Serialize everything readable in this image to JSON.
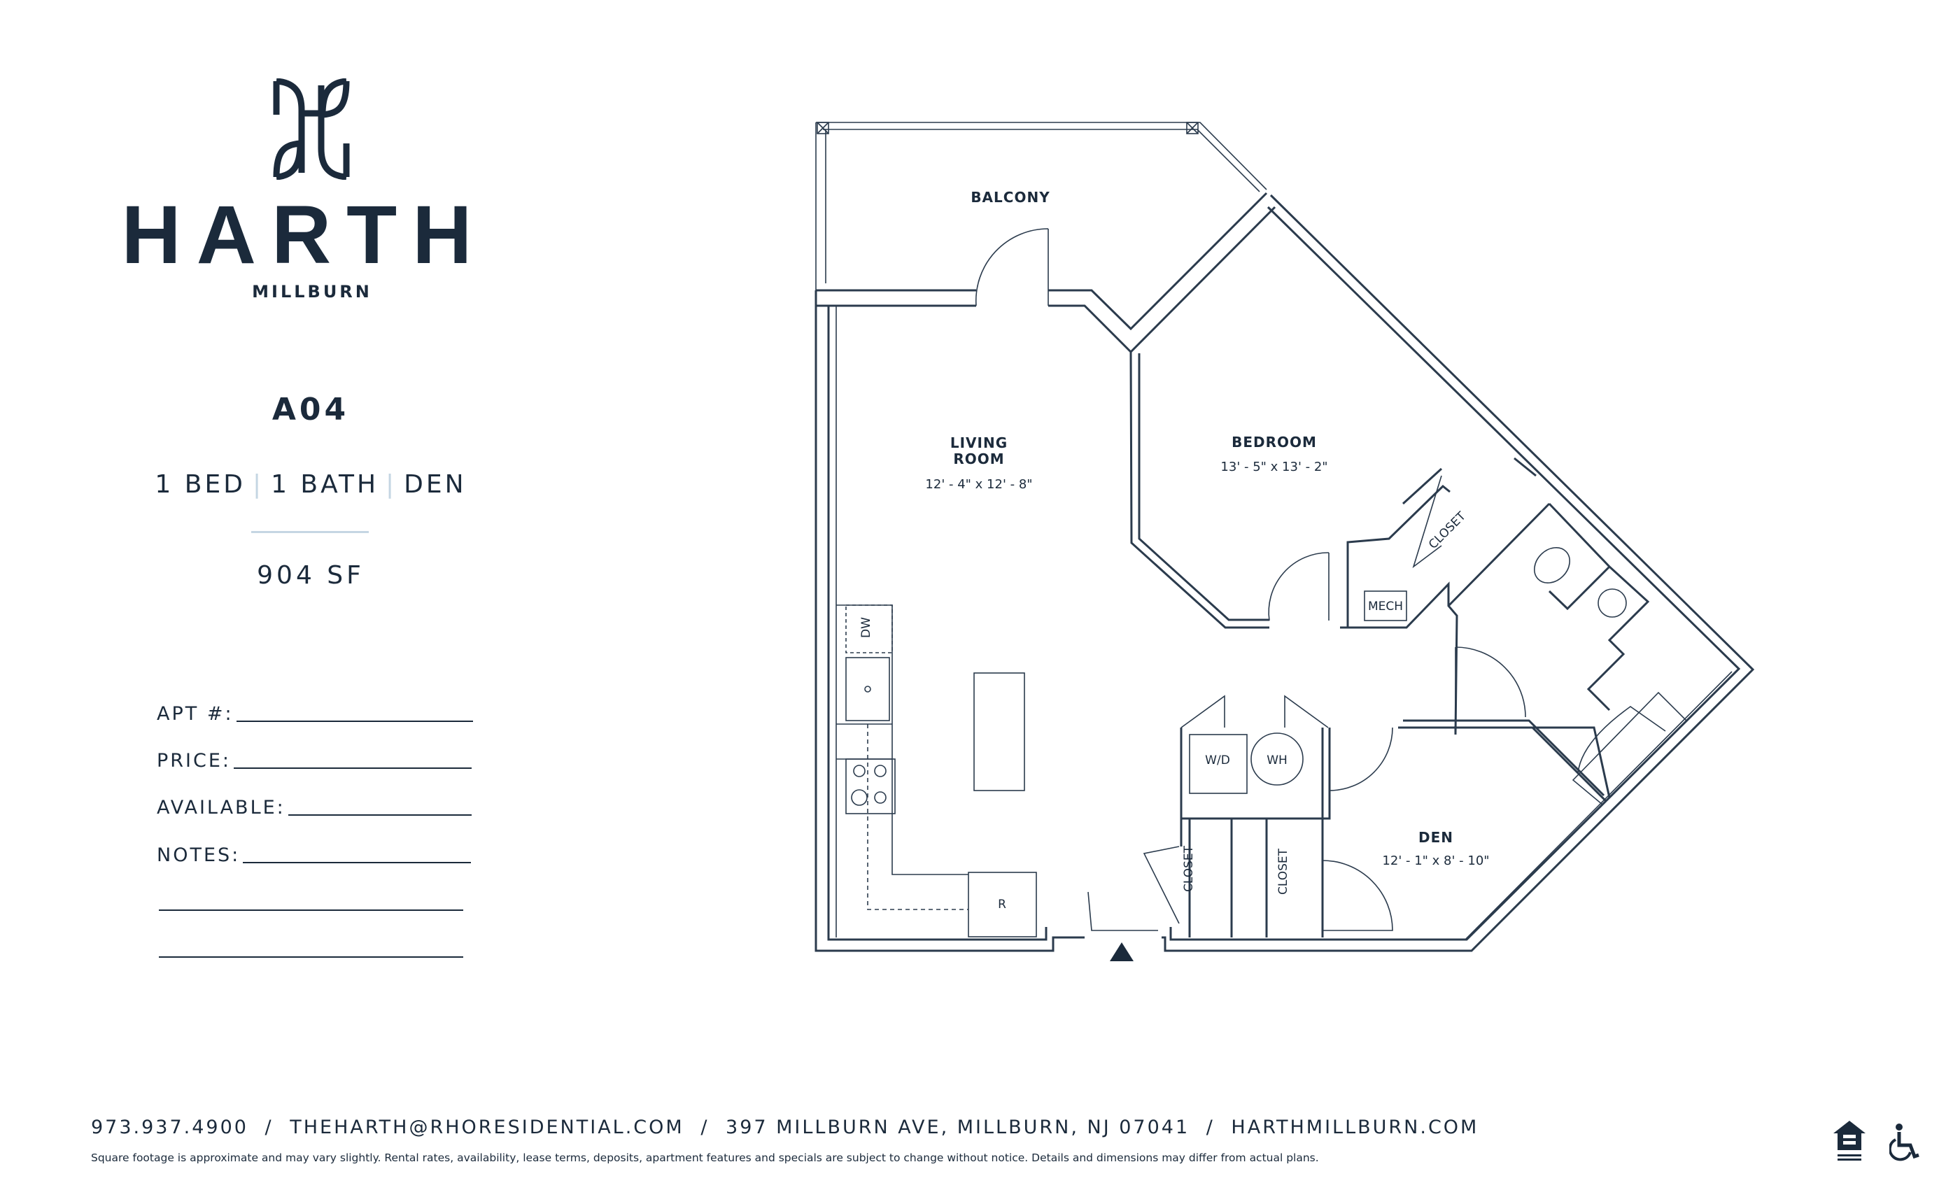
{
  "brand": {
    "name": "HARTH",
    "location": "MILLBURN",
    "logo_icon": "harth-monogram-icon"
  },
  "unit": {
    "name": "A04",
    "beds": "1 BED",
    "baths": "1 BATH",
    "extra": "DEN",
    "separator": "|",
    "area": "904 SF"
  },
  "form": {
    "apt_label": "APT #:",
    "price_label": "PRICE:",
    "available_label": "AVAILABLE:",
    "notes_label": "NOTES:"
  },
  "floorplan": {
    "balcony": "BALCONY",
    "living_line1": "LIVING",
    "living_line2": "ROOM",
    "living_dims": "12' - 4\" x 12' - 8\"",
    "bedroom": "BEDROOM",
    "bedroom_dims": "13' - 5\" x 13' - 2\"",
    "den": "DEN",
    "den_dims": "12' - 1\" x 8' - 10\"",
    "closet": "CLOSET",
    "mech": "MECH",
    "washer_dryer": "W/D",
    "water_heater": "WH",
    "dishwasher": "DW",
    "refrigerator": "R",
    "entry_icon": "entry-triangle-icon"
  },
  "footer": {
    "phone": "973.937.4900",
    "email": "THEHARTH@RHORESIDENTIAL.COM",
    "address": "397 MILLBURN AVE, MILLBURN, NJ 07041",
    "website": "HARTHMILLBURN.COM",
    "divider": "/",
    "disclaimer": "Square footage is approximate and may vary slightly. Rental rates, availability, lease terms, deposits, apartment features and specials are subject to change without notice. Details and dimensions may differ from actual plans.",
    "icons": [
      "equal-housing-opportunity-icon",
      "wheelchair-accessibility-icon"
    ]
  },
  "colors": {
    "navy": "#1b2a3b",
    "accent": "#c5d6e3"
  }
}
